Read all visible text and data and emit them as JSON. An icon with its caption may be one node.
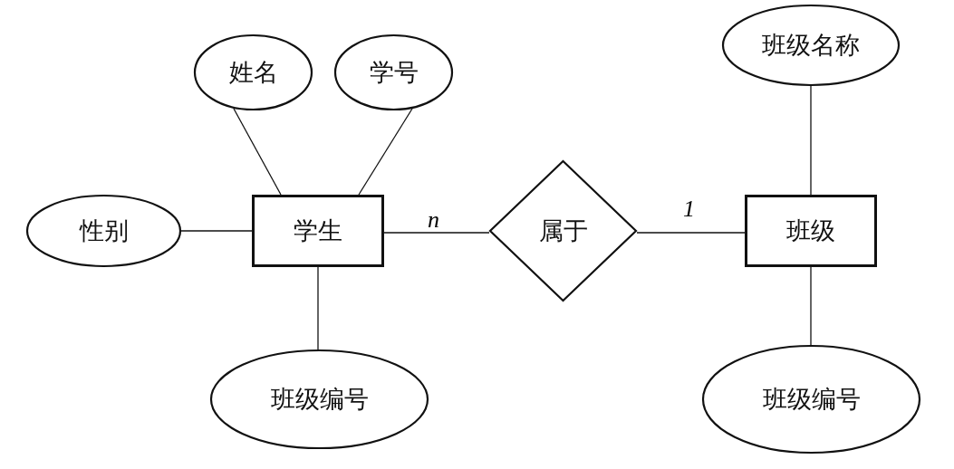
{
  "diagram": {
    "nodes": [
      {
        "text": [
          "姓名"
        ]
      },
      {
        "text": [
          "学号"
        ]
      },
      {
        "text": [
          "性别"
        ]
      },
      {
        "text": [
          "学生"
        ]
      },
      {
        "text": [
          "属于"
        ]
      },
      {
        "text": [
          "班级"
        ]
      },
      {
        "text": [
          "班级名称"
        ]
      },
      {
        "text": [
          "班级编号"
        ]
      },
      {
        "text": [
          "班级编号"
        ]
      }
    ],
    "edges": [
      {
        "from": 0,
        "to": 3,
        "arrow": "none"
      },
      {
        "from": 1,
        "to": 3,
        "arrow": "none"
      },
      {
        "from": 2,
        "to": 3,
        "arrow": "none"
      },
      {
        "from": 3,
        "to": 7,
        "arrow": "none"
      },
      {
        "from": 3,
        "to": 4,
        "arrow": "none",
        "label": "n"
      },
      {
        "from": 4,
        "to": 5,
        "arrow": "none",
        "label": "1"
      },
      {
        "from": 6,
        "to": 5,
        "arrow": "none"
      },
      {
        "from": 5,
        "to": 8,
        "arrow": "none"
      }
    ]
  }
}
